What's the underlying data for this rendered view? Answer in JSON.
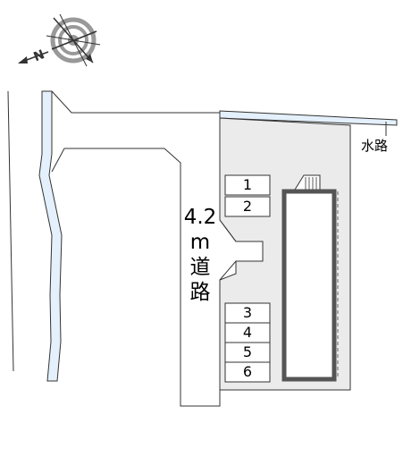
{
  "compass": {
    "north_label": "N",
    "icon": "compass-rose-icon"
  },
  "labels": {
    "waterway": "水路",
    "road_width": "4.2",
    "road_unit": "m",
    "road_char1": "道",
    "road_char2": "路"
  },
  "parking_slots": [
    "1",
    "2",
    "3",
    "4",
    "5",
    "6"
  ],
  "colors": {
    "lot": "#ebebeb",
    "water": "#e4f0fb",
    "building_outline": "#555555",
    "line": "#333333"
  }
}
